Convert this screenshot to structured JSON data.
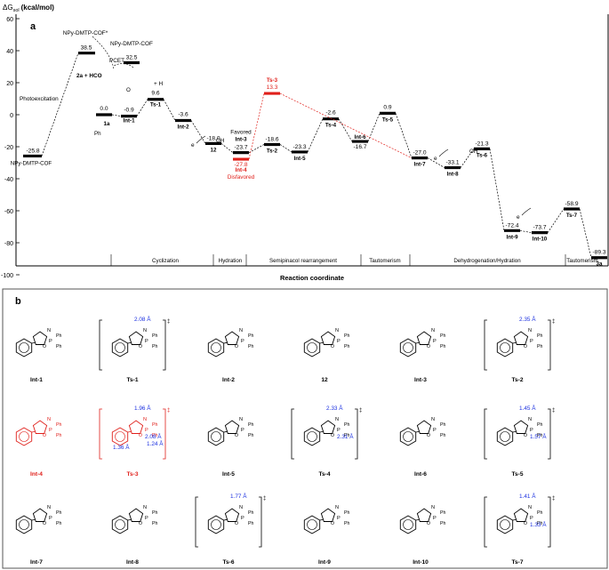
{
  "panel_a": {
    "label": "a",
    "y_axis_label": "ΔG",
    "y_axis_sub": "sol",
    "y_axis_unit": "(kcal/mol)",
    "x_axis_label": "Reaction coordinate",
    "y_ticks": [
      "60",
      "40",
      "20",
      "0",
      "-20",
      "-40",
      "-60",
      "-80",
      "-100"
    ],
    "regions": [
      "Cyclization",
      "Hydration",
      "Semipinacol rearrangement",
      "Tautomerism",
      "Dehydrogenation/Hydration",
      "Tautomerism"
    ],
    "levels": [
      {
        "name": "NPy-DMTP-COF",
        "energy": "-25.8"
      },
      {
        "name": "NPy-DMTP-COF*",
        "energy": "38.5"
      },
      {
        "name": "NPy-DMTP-COF",
        "energy": "32.5"
      },
      {
        "name": "1a",
        "energy": "0.0"
      },
      {
        "name": "Int-1",
        "energy": "-0.9"
      },
      {
        "name": "Ts-1",
        "energy": "9.6"
      },
      {
        "name": "Int-2",
        "energy": "-3.6"
      },
      {
        "name": "12",
        "energy": "-18.0"
      },
      {
        "name": "Int-3",
        "energy": "-23.7"
      },
      {
        "name": "Int-4",
        "energy": "-27.8"
      },
      {
        "name": "Ts-2",
        "energy": "-18.6"
      },
      {
        "name": "Ts-3",
        "energy": "13.3"
      },
      {
        "name": "Int-5",
        "energy": "-23.3"
      },
      {
        "name": "Ts-4",
        "energy": "-2.6"
      },
      {
        "name": "Int-6",
        "energy": "-16.7"
      },
      {
        "name": "Ts-5",
        "energy": "0.9"
      },
      {
        "name": "Int-7",
        "energy": "-27.0"
      },
      {
        "name": "Int-8",
        "energy": "-33.1"
      },
      {
        "name": "Ts-6",
        "energy": "-21.3"
      },
      {
        "name": "Int-9",
        "energy": "-72.4"
      },
      {
        "name": "Int-10",
        "energy": "-73.7"
      },
      {
        "name": "Ts-7",
        "energy": "-58.9"
      },
      {
        "name": "3a",
        "energy": "-89.3"
      }
    ],
    "annotations": {
      "photoexcitation": "Photoexcitation",
      "pcet": "PCET",
      "reactant": "2a + HCO",
      "h2co3": "+  H",
      "favored": "Favored",
      "disfavored": "Disfavored",
      "electron": "e",
      "oh": "OH"
    }
  },
  "panel_b": {
    "label": "b",
    "structures": [
      {
        "name": "Int-1",
        "distances": []
      },
      {
        "name": "Ts-1",
        "distances": [
          "2.08 Å"
        ]
      },
      {
        "name": "Int-2",
        "distances": []
      },
      {
        "name": "12",
        "distances": []
      },
      {
        "name": "Int-3",
        "distances": []
      },
      {
        "name": "Ts-2",
        "distances": [
          "2.35 Å"
        ]
      },
      {
        "name": "Int-4",
        "distances": []
      },
      {
        "name": "Ts-3",
        "distances": [
          "1.96 Å",
          "2.08 Å",
          "1.36 Å",
          "1.24 Å"
        ]
      },
      {
        "name": "Int-5",
        "distances": []
      },
      {
        "name": "Ts-4",
        "distances": [
          "2.33 Å",
          "2.31 Å"
        ]
      },
      {
        "name": "Int-6",
        "distances": []
      },
      {
        "name": "Ts-5",
        "distances": [
          "1.45 Å",
          "1.57 Å"
        ]
      },
      {
        "name": "Int-7",
        "distances": []
      },
      {
        "name": "Int-8",
        "distances": []
      },
      {
        "name": "Ts-6",
        "distances": [
          "1.77 Å"
        ]
      },
      {
        "name": "Int-9",
        "distances": []
      },
      {
        "name": "Int-10",
        "distances": []
      },
      {
        "name": "Ts-7",
        "distances": [
          "1.41 Å",
          "1.33 Å"
        ]
      }
    ]
  },
  "colors": {
    "highlight": "#e0201b",
    "distance": "#1a2fe0",
    "line": "#000000"
  }
}
